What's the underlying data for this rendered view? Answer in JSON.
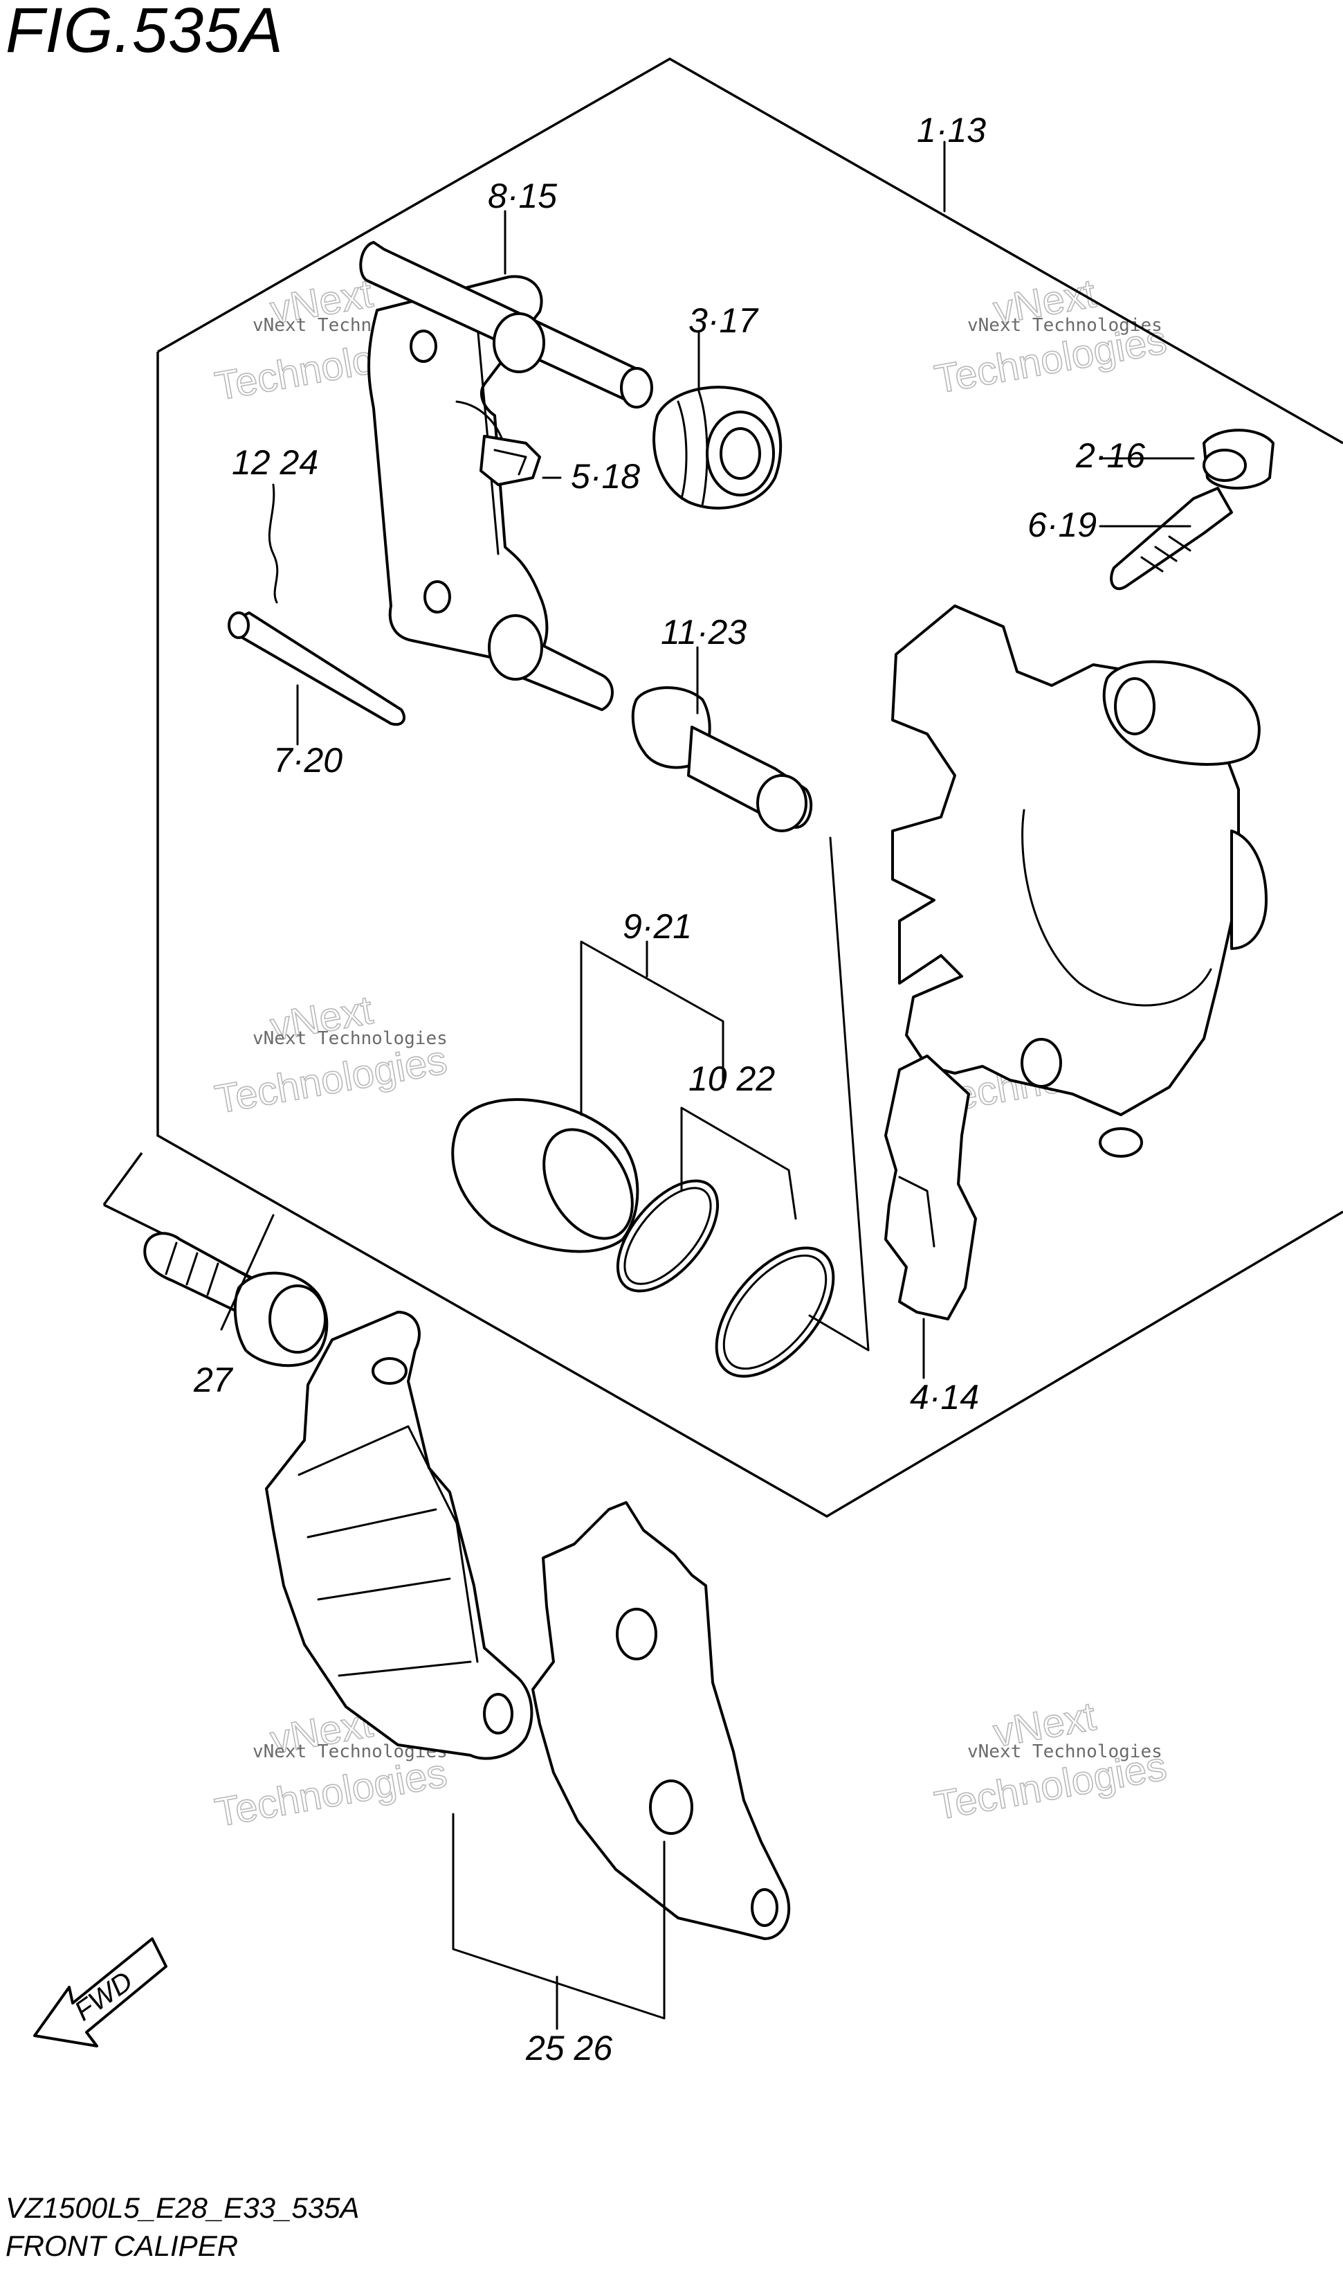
{
  "figure": {
    "title": "FIG.535A",
    "model_code": "VZ1500L5_E28_E33_535A",
    "caption": "FRONT CALIPER"
  },
  "callouts": {
    "c_1_13": "1·13",
    "c_8_15": "8·15",
    "c_3_17": "3·17",
    "c_12_24": "12 24",
    "c_5_18": "5·18",
    "c_2_16": "2·16",
    "c_6_19": "6·19",
    "c_11_23": "11·23",
    "c_7_20": "7·20",
    "c_9_21": "9·21",
    "c_10_22": "10 22",
    "c_27": "27",
    "c_4_14": "4·14",
    "c_25_26": "25 26"
  },
  "fwd_label": "FWD",
  "watermark": {
    "company": "vNext Technologies",
    "big_top": "vNext",
    "big_bottom": "Technologies"
  },
  "icons": [
    "fwd-arrow-icon"
  ]
}
